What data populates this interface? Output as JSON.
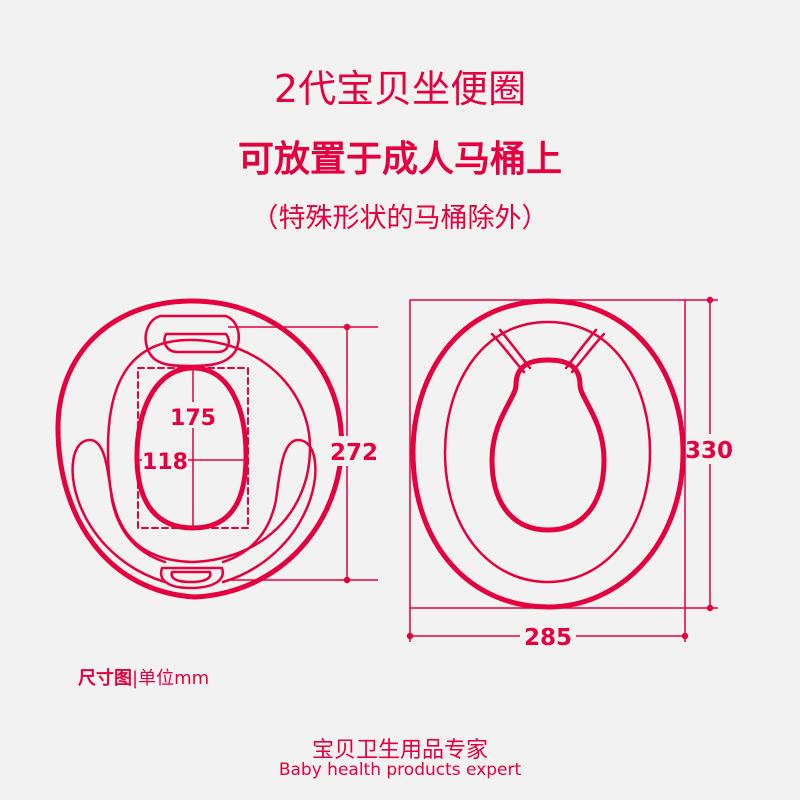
{
  "header": {
    "title": "2代宝贝坐便圈",
    "subtitle": "可放置于成人马桶上",
    "note": "（特殊形状的马桶除外）"
  },
  "diagram": {
    "dimensions": {
      "inner_length": "175",
      "inner_width": "118",
      "seat_height": "272",
      "toilet_height": "330",
      "toilet_width": "285"
    }
  },
  "unit_note": {
    "label": "尺寸图",
    "separator": "|",
    "unit": "单位mm"
  },
  "footer": {
    "cn": "宝贝卫生用品专家",
    "en": "Baby health products expert"
  },
  "colors": {
    "accent": "#e5003f",
    "background": "#f2f2f2"
  }
}
